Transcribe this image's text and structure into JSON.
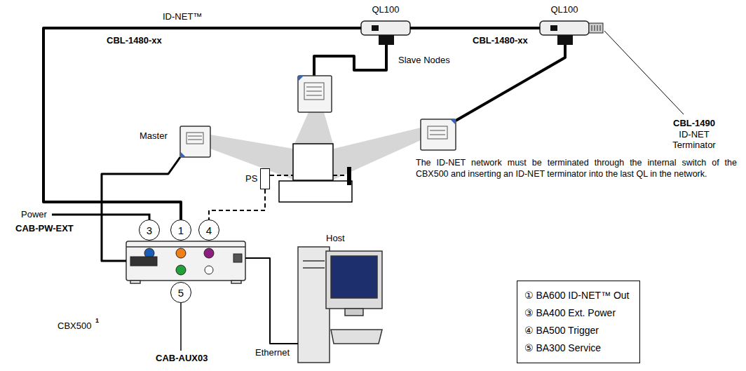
{
  "diagram": {
    "nodes": [
      {
        "text": [
          "QL100"
        ]
      },
      {
        "text": [
          "QL100"
        ]
      },
      {
        "text": [
          "Master"
        ]
      },
      {
        "text": [
          "PS"
        ]
      },
      {
        "text": [
          "3"
        ]
      },
      {
        "text": [
          "1"
        ]
      },
      {
        "text": [
          "4"
        ]
      },
      {
        "text": [
          "CBX500",
          "1"
        ]
      },
      {
        "text": [
          "5"
        ]
      },
      {
        "text": [
          "Host"
        ]
      },
      {
        "text": [
          "① BA600 ID-NET™ Out",
          "③ BA400 Ext. Power",
          "④ BA500 Trigger",
          "⑤ BA300 Service"
        ]
      }
    ],
    "edges": [
      {
        "from": 5,
        "to": 0,
        "arrow": "none",
        "label": "CBL-1480-xx"
      },
      {
        "from": 0,
        "to": 1,
        "arrow": "none",
        "label": "CBL-1480-xx"
      },
      {
        "from": 2,
        "to": 7,
        "arrow": "none"
      },
      {
        "from": 3,
        "to": 6,
        "arrow": "none"
      },
      {
        "from": 7,
        "to": 9,
        "arrow": "none",
        "label": "Ethernet"
      }
    ],
    "labels": [
      "ID-NET™",
      "Slave Nodes",
      "CBL-1490",
      "ID-NET Terminator",
      "The ID-NET network must be terminated through the internal switch of the CBX500 and inserting an ID-NET terminator into the last QL in the network.",
      "Power",
      "CAB-PW-EXT",
      "CAB-AUX03"
    ]
  }
}
